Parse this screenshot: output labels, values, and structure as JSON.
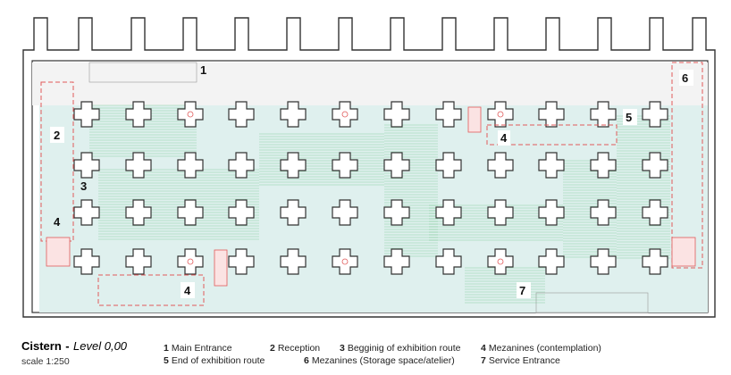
{
  "title": {
    "name": "Cistern",
    "level": "Level 0,00",
    "scale": "scale 1:250"
  },
  "plan_labels": [
    "1",
    "2",
    "3",
    "4",
    "4",
    "4",
    "5",
    "6",
    "7"
  ],
  "legend": [
    {
      "num": "1",
      "text": "Main Entrance"
    },
    {
      "num": "2",
      "text": "Reception"
    },
    {
      "num": "3",
      "text": "Begginig of exhibition route"
    },
    {
      "num": "4",
      "text": "Mezanines (contemplation)"
    },
    {
      "num": "5",
      "text": "End of exhibition route"
    },
    {
      "num": "6",
      "text": "Mezanines (Storage space/atelier)"
    },
    {
      "num": "7",
      "text": "Service Entrance"
    }
  ],
  "colors": {
    "floor": "#dff0ee",
    "route": "#5cbf7a",
    "mezzanine": "#e05a5a",
    "wall": "#333333",
    "entrance": "#f2f2f2"
  }
}
